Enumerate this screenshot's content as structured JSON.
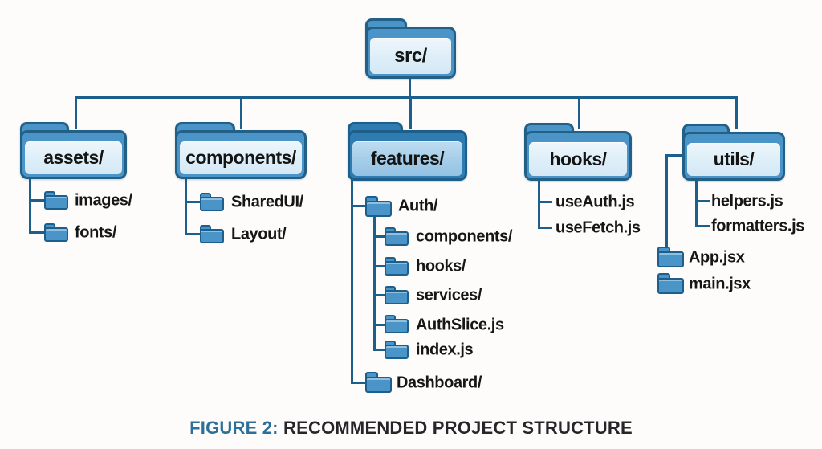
{
  "diagram": {
    "root": {
      "label": "src/"
    },
    "branches": [
      {
        "name": "assets",
        "label": "assets/",
        "children": [
          {
            "label": "images/"
          },
          {
            "label": "fonts/"
          }
        ]
      },
      {
        "name": "components",
        "label": "components/",
        "children": [
          {
            "label": "SharedUI/"
          },
          {
            "label": "Layout/"
          }
        ]
      },
      {
        "name": "features",
        "label": "features/",
        "highlighted": true,
        "children": [
          {
            "label": "Auth/",
            "children": [
              {
                "label": "components/"
              },
              {
                "label": "hooks/"
              },
              {
                "label": "services/"
              },
              {
                "label": "AuthSlice.js"
              },
              {
                "label": "index.js"
              }
            ]
          },
          {
            "label": "Dashboard/"
          }
        ]
      },
      {
        "name": "hooks",
        "label": "hooks/",
        "files": [
          {
            "label": "useAuth.js"
          },
          {
            "label": "useFetch.js"
          }
        ]
      },
      {
        "name": "utils",
        "label": "utils/",
        "files": [
          {
            "label": "helpers.js"
          },
          {
            "label": "formatters.js"
          }
        ],
        "siblings": [
          {
            "label": "App.jsx"
          },
          {
            "label": "main.jsx"
          }
        ]
      }
    ]
  },
  "caption": {
    "prefix": "FIGURE 2:",
    "title": " RECOMMENDED PROJECT STRUCTURE"
  },
  "colors": {
    "folder_fill": "#4a94c8",
    "folder_body": "#ddeef8",
    "highlight_fill": "#2e7cb2",
    "highlight_body": "#a4cde9",
    "outline": "#1d5f8c",
    "caption_accent": "#2d6f99",
    "caption_text": "#26262a",
    "background": "#fdfcfb"
  }
}
